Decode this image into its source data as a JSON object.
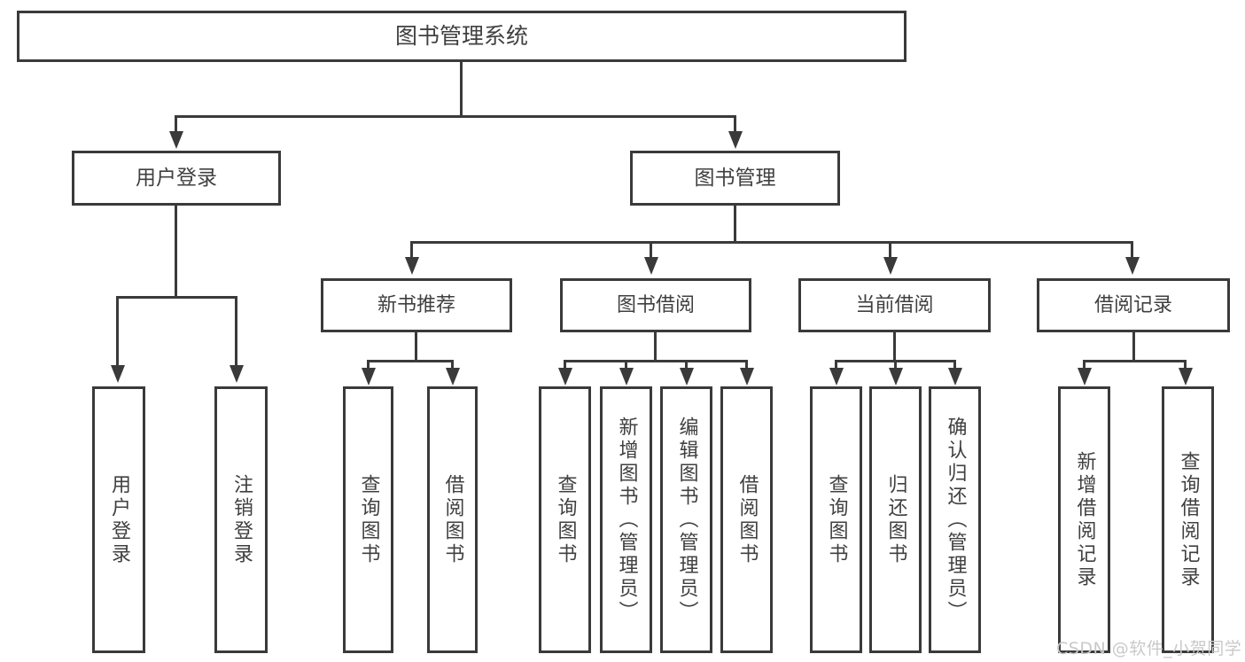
{
  "diagram": {
    "type": "tree-hierarchy-chart",
    "title": "图书管理系统",
    "colors": {
      "box_border": "#3a3a3a",
      "box_fill": "#ffffff",
      "text": "#404040",
      "connector": "#3a3a3a",
      "watermark": "#c9c9c9",
      "background": "#ffffff"
    },
    "root": {
      "label": "图书管理系统"
    },
    "level2": [
      {
        "label": "用户登录"
      },
      {
        "label": "图书管理"
      }
    ],
    "level3": [
      {
        "label": "新书推荐"
      },
      {
        "label": "图书借阅"
      },
      {
        "label": "当前借阅"
      },
      {
        "label": "借阅记录"
      }
    ],
    "leaves": {
      "user_login": [
        {
          "label": "用户登录"
        },
        {
          "label": "注销登录"
        }
      ],
      "new_book_recommend": [
        {
          "label": "查询图书"
        },
        {
          "label": "借阅图书"
        }
      ],
      "book_borrow": [
        {
          "label": "查询图书"
        },
        {
          "label": "新增图书（管理员）"
        },
        {
          "label": "编辑图书（管理员）"
        },
        {
          "label": "借阅图书"
        }
      ],
      "current_borrow": [
        {
          "label": "查询图书"
        },
        {
          "label": "归还图书"
        },
        {
          "label": "确认归还（管理员）"
        }
      ],
      "borrow_record": [
        {
          "label": "新增借阅记录"
        },
        {
          "label": "查询借阅记录"
        }
      ]
    }
  },
  "watermark": {
    "text": "CSDN @软件_小贺同学"
  }
}
